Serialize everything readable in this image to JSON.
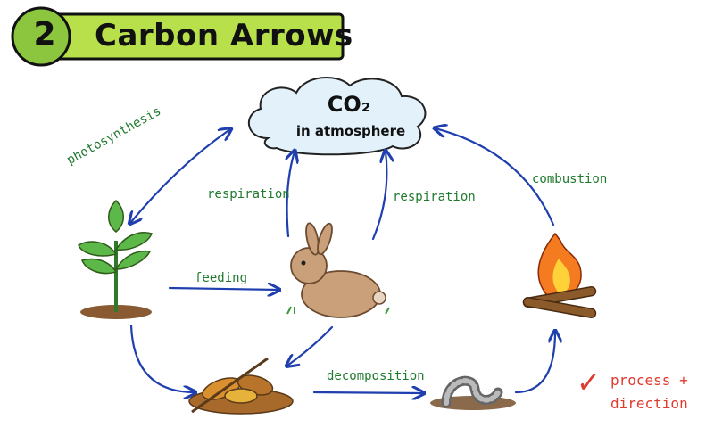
{
  "title": {
    "number": "2",
    "text": "Carbon Arrows"
  },
  "atmosphere": {
    "main": "CO₂",
    "sub": "in atmosphere"
  },
  "labels": {
    "photosynthesis": "photosynthesis",
    "respiration_left": "respiration",
    "respiration_right": "respiration",
    "combustion": "combustion",
    "feeding": "feeding",
    "decomposition": "decomposition"
  },
  "note": {
    "check": "✓",
    "line1": "process +",
    "line2": "direction"
  },
  "colors": {
    "arrow": "#1f3fae",
    "label": "#1f7a2e",
    "title_bar": "#b8e04a",
    "note": "#e03a2f"
  },
  "icons": [
    "plant-icon",
    "rabbit-icon",
    "leaf-litter-icon",
    "worm-icon",
    "campfire-icon",
    "cloud-icon"
  ]
}
